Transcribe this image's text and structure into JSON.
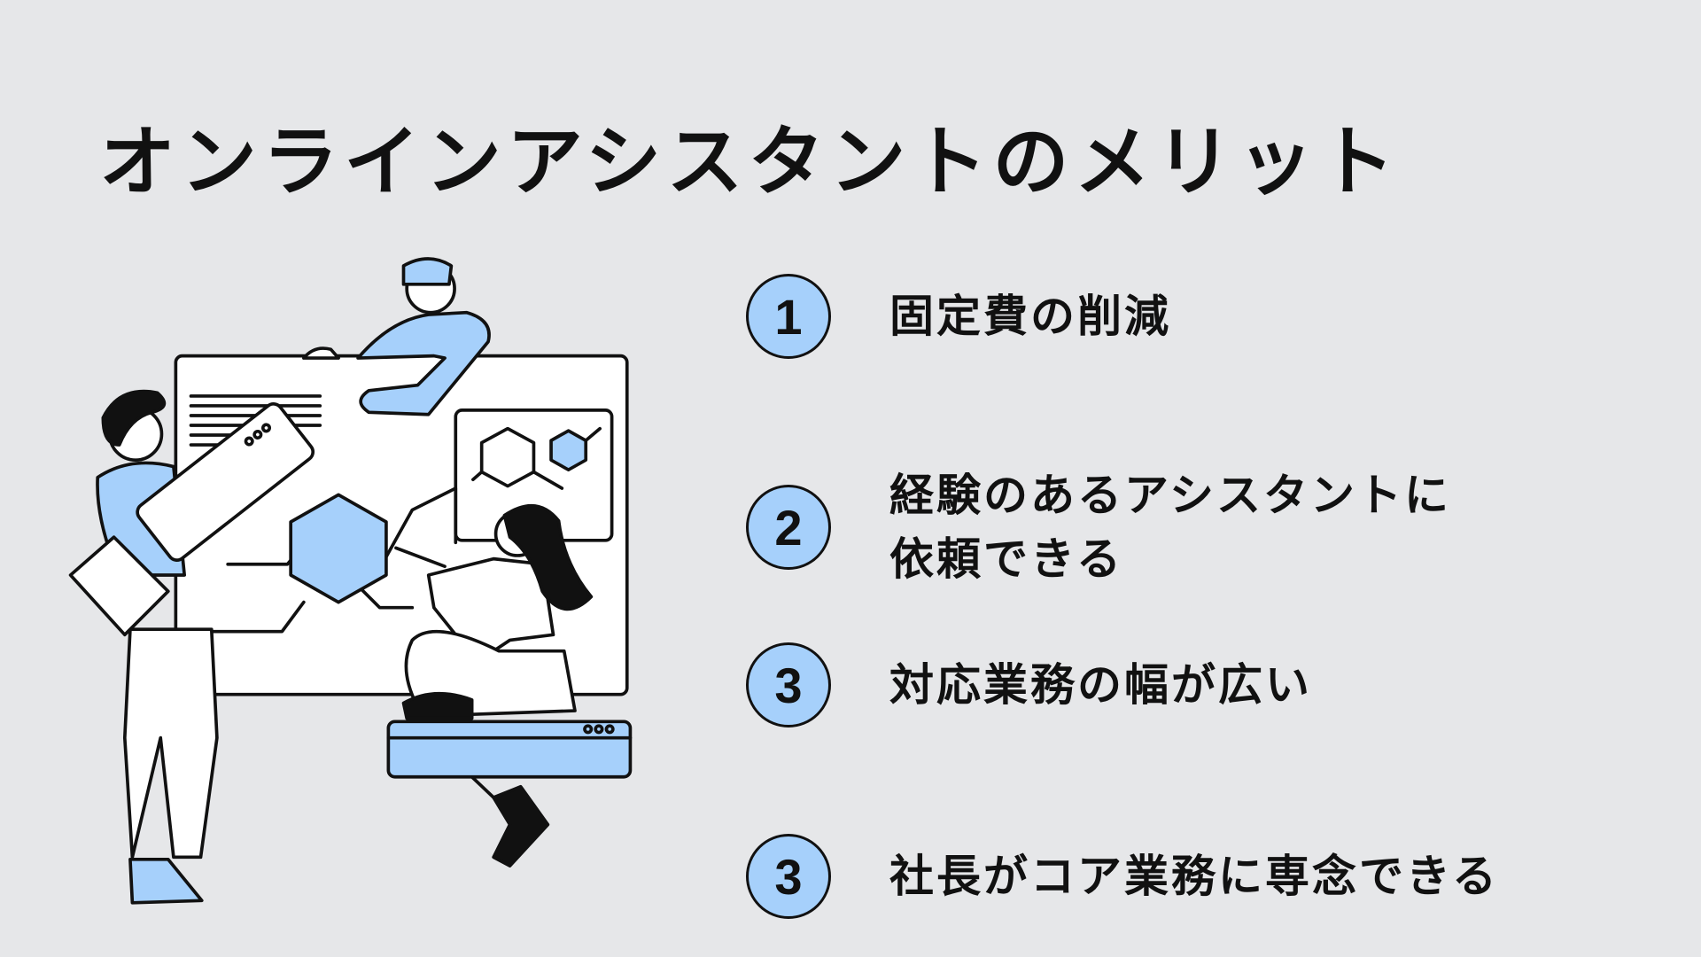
{
  "title": "オンラインアシスタントのメリット",
  "items": [
    {
      "number": "1",
      "lines": [
        "固定費の削減"
      ]
    },
    {
      "number": "2",
      "lines": [
        "経験のあるアシスタントに",
        "依頼できる"
      ]
    },
    {
      "number": "3",
      "lines": [
        "対応業務の幅が広い"
      ]
    },
    {
      "number": "3",
      "lines": [
        "社長がコア業務に専念できる"
      ]
    }
  ],
  "colors": {
    "background": "#e6e7e9",
    "accent": "#a6d0fb"
  }
}
